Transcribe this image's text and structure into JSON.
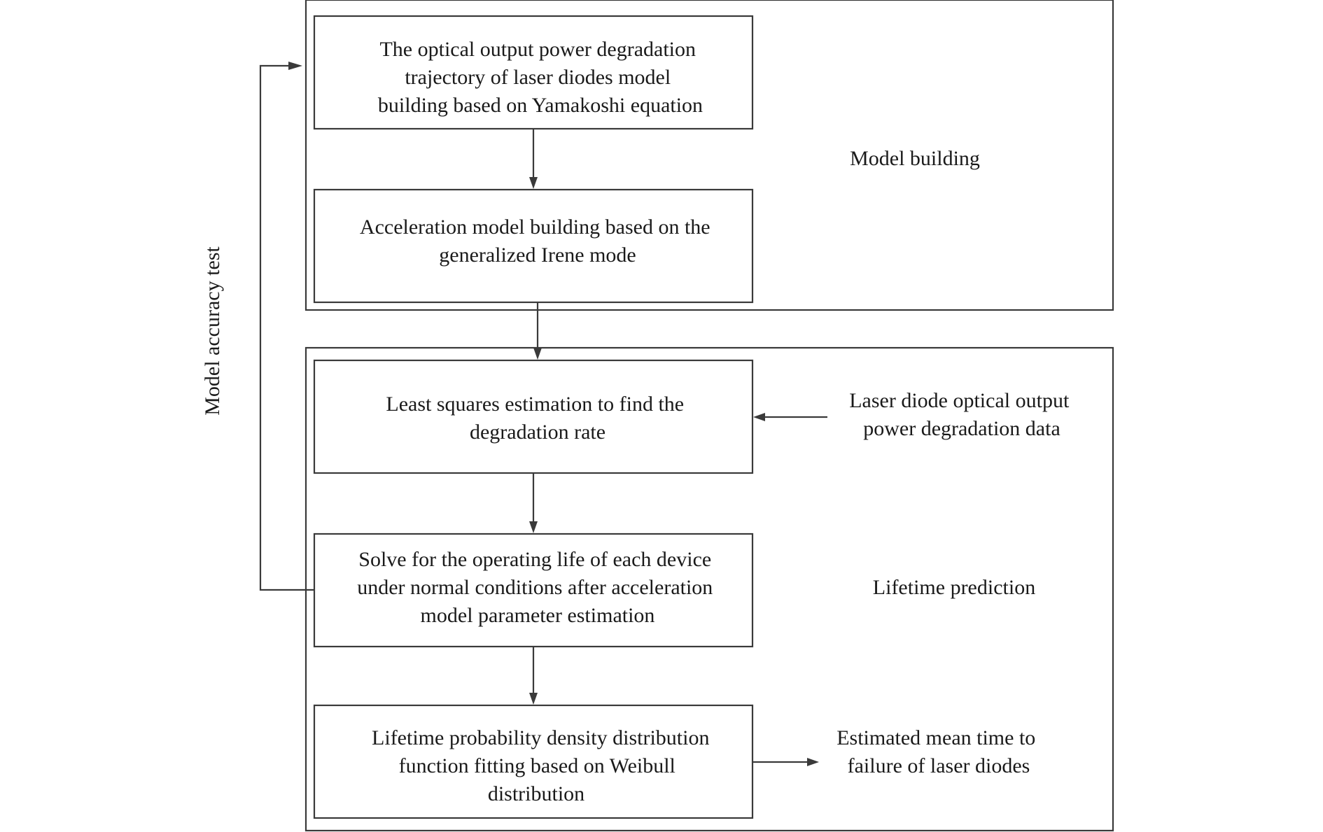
{
  "groups": {
    "model_building": "Model building",
    "lifetime_prediction": "Lifetime prediction"
  },
  "feedback_label": "Model accuracy test",
  "steps": {
    "trajectory_model": [
      "The optical output power degradation",
      "trajectory of  laser diodes model",
      "building based on Yamakoshi equation"
    ],
    "acceleration_model": [
      "Acceleration model building based on the",
      "generalized Irene mode"
    ],
    "least_squares": [
      "Least squares estimation to find the",
      "degradation rate"
    ],
    "operating_life": [
      "Solve for the operating life of each device",
      "under normal conditions after acceleration",
      "model parameter estimation"
    ],
    "weibull_fit": [
      "Lifetime probability density distribution",
      "function fitting based on Weibull",
      "distribution"
    ]
  },
  "inputs": {
    "degradation_data": [
      "Laser diode optical output",
      "power degradation data"
    ]
  },
  "outputs": {
    "mttf": [
      "Estimated mean time to",
      "failure of laser diodes"
    ]
  },
  "colors": {
    "line": "#3a3a3a",
    "text": "#1a1a1a",
    "background": "#ffffff"
  }
}
